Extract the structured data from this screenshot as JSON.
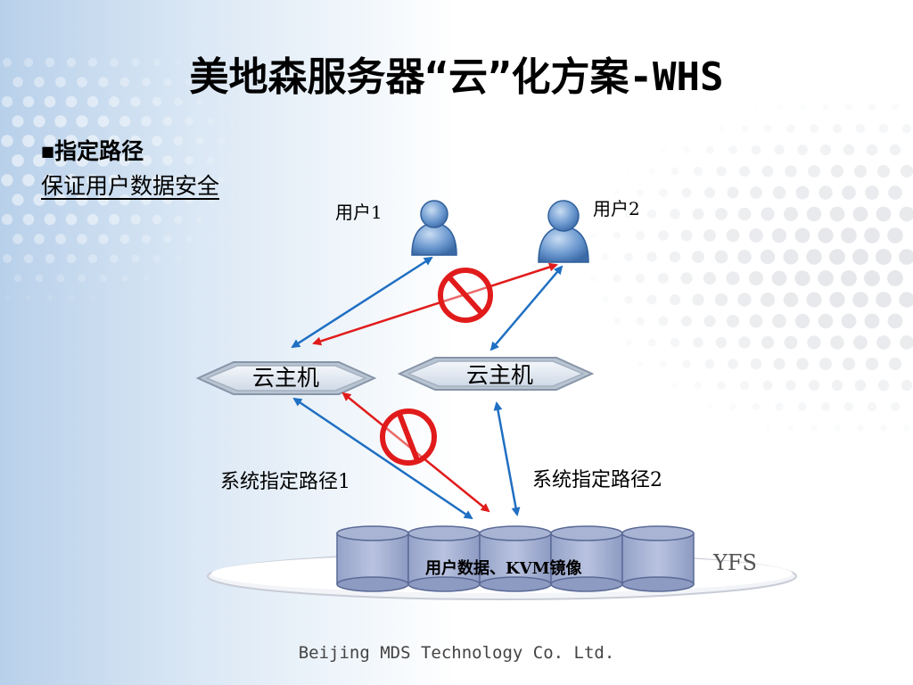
{
  "title": "美地森服务器“云”化方案-WHS",
  "bullet": {
    "marker": "■",
    "text": "指定路径"
  },
  "subheading": "保证用户数据安全",
  "users": [
    {
      "label": "用户1"
    },
    {
      "label": "用户2"
    }
  ],
  "hosts": [
    {
      "label": "云主机"
    },
    {
      "label": "云主机"
    }
  ],
  "paths": [
    {
      "label": "系统指定路径1"
    },
    {
      "label": "系统指定路径2"
    }
  ],
  "storage": {
    "label": "用户数据、KVM镜像",
    "system": "YFS"
  },
  "footer": "Beijing MDS Technology Co. Ltd.",
  "colors": {
    "allowed_link": "#1f6fc2",
    "blocked_link": "#e11b1b",
    "cylinder": "#a9b4d4",
    "person": "#5b8fc9"
  }
}
